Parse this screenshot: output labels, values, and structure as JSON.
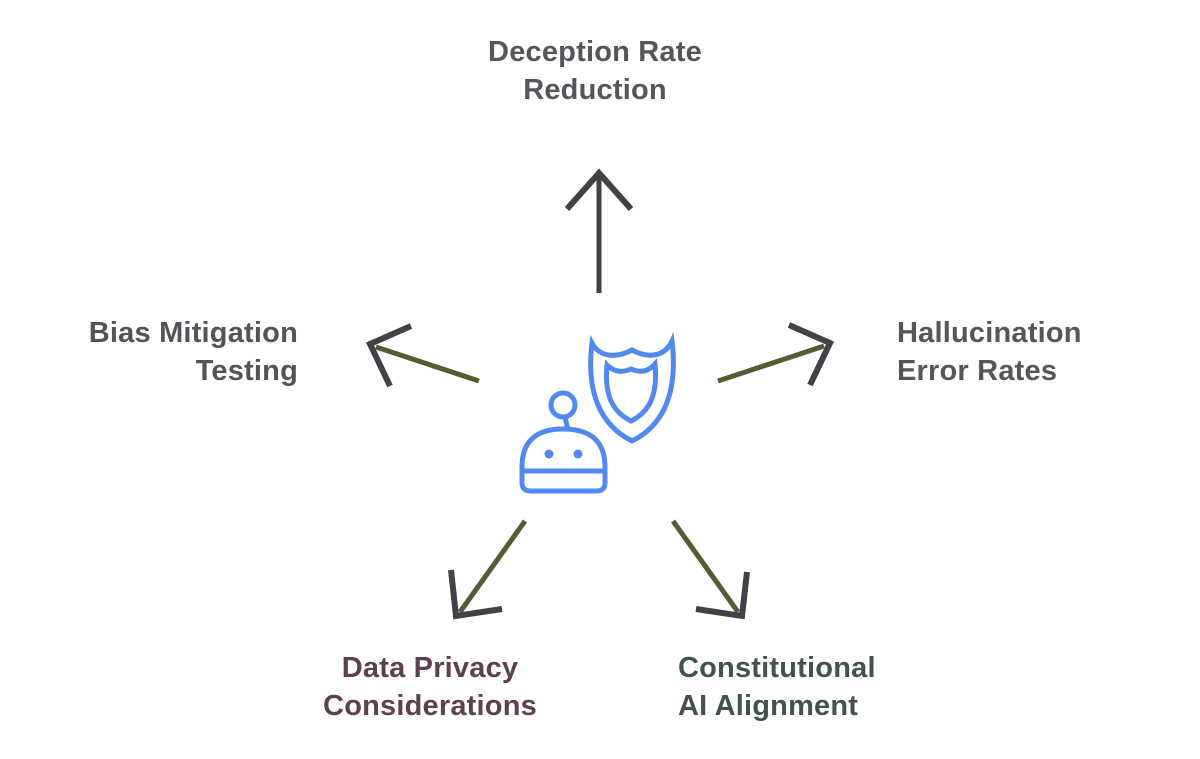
{
  "diagram": {
    "description": "AI safety evaluation mind map with central robot-and-shield icon and five radiating arrows",
    "colors": {
      "background": "#ffffff",
      "icon_blue": "#5189f0",
      "arrow_shaft_olive": "#575a33",
      "arrow_dark": "#3f4246",
      "label_gray": "#54565b",
      "label_plum": "#5d4050",
      "label_green": "#42524c"
    },
    "center_icon": {
      "name": "robot-with-shield",
      "parts": [
        "robot-head",
        "antenna",
        "shield-outline",
        "inner-shield"
      ]
    },
    "nodes": {
      "top": {
        "lines": [
          "Deception Rate",
          "Reduction"
        ],
        "color": "#54565b",
        "arrow_direction": "up"
      },
      "left": {
        "lines": [
          "Bias Mitigation",
          "Testing"
        ],
        "color": "#525459",
        "arrow_direction": "up-left"
      },
      "right": {
        "lines": [
          "Hallucination",
          "Error Rates"
        ],
        "color": "#54565b",
        "arrow_direction": "up-right"
      },
      "bottom_left": {
        "lines": [
          "Data Privacy",
          "Considerations"
        ],
        "color": "#5d4050",
        "arrow_direction": "down-left"
      },
      "bottom_right": {
        "lines": [
          "Constitutional",
          "AI Alignment"
        ],
        "color": "#42524c",
        "arrow_direction": "down-right"
      }
    }
  }
}
